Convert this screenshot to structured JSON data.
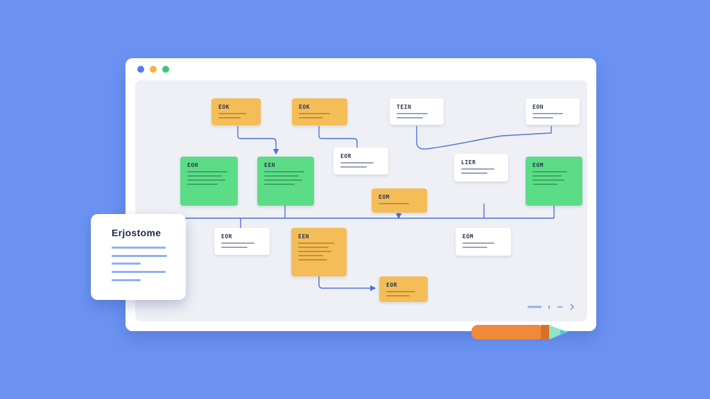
{
  "window": {
    "traffic_lights": [
      {
        "name": "close",
        "color": "#4f7cf0"
      },
      {
        "name": "minimize",
        "color": "#f5b43c"
      },
      {
        "name": "maximize",
        "color": "#43c77b"
      }
    ]
  },
  "cards": {
    "c1": {
      "label": "EOK",
      "color": "yellow"
    },
    "c2": {
      "label": "EOK",
      "color": "yellow"
    },
    "c3": {
      "label": "TEIN",
      "color": "white"
    },
    "c4": {
      "label": "EON",
      "color": "white"
    },
    "c5": {
      "label": "EOH",
      "color": "green"
    },
    "c6": {
      "label": "EEN",
      "color": "green"
    },
    "c7": {
      "label": "EOR",
      "color": "white"
    },
    "c8": {
      "label": "LIER",
      "color": "white"
    },
    "c9": {
      "label": "EOM",
      "color": "green"
    },
    "c10": {
      "label": "EOM",
      "color": "yellow"
    },
    "c11": {
      "label": "EOR",
      "color": "white"
    },
    "c12": {
      "label": "EEN",
      "color": "yellow"
    },
    "c13": {
      "label": "EOM",
      "color": "white"
    },
    "c14": {
      "label": "EOR",
      "color": "yellow"
    }
  },
  "side_panel": {
    "title": "Erjostome"
  },
  "colors": {
    "background": "#6b92f3",
    "connector": "#4f6fd8",
    "card_yellow": "#f4bd57",
    "card_green": "#5ddc87",
    "card_white": "#ffffff"
  },
  "icons": [
    "pencil-icon",
    "chevron-right-icon"
  ]
}
